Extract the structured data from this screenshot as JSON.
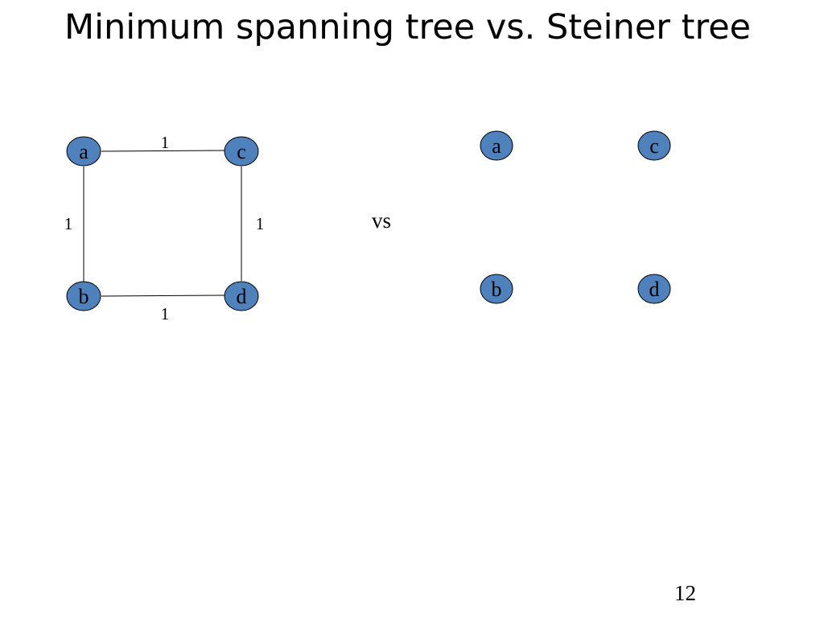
{
  "slide": {
    "title": "Minimum spanning tree vs. Steiner tree",
    "separator": "vs",
    "page_number": "12"
  },
  "colors": {
    "node_fill": "#4f81bd",
    "node_stroke": "#000000",
    "edge": "#000000"
  },
  "left_graph": {
    "nodes": [
      {
        "id": "a",
        "label": "a"
      },
      {
        "id": "c",
        "label": "c"
      },
      {
        "id": "b",
        "label": "b"
      },
      {
        "id": "d",
        "label": "d"
      }
    ],
    "edges": [
      {
        "from": "a",
        "to": "c",
        "weight": "1"
      },
      {
        "from": "a",
        "to": "b",
        "weight": "1"
      },
      {
        "from": "c",
        "to": "d",
        "weight": "1"
      },
      {
        "from": "b",
        "to": "d",
        "weight": "1"
      }
    ]
  },
  "right_graph": {
    "nodes": [
      {
        "id": "a",
        "label": "a"
      },
      {
        "id": "c",
        "label": "c"
      },
      {
        "id": "b",
        "label": "b"
      },
      {
        "id": "d",
        "label": "d"
      }
    ]
  }
}
